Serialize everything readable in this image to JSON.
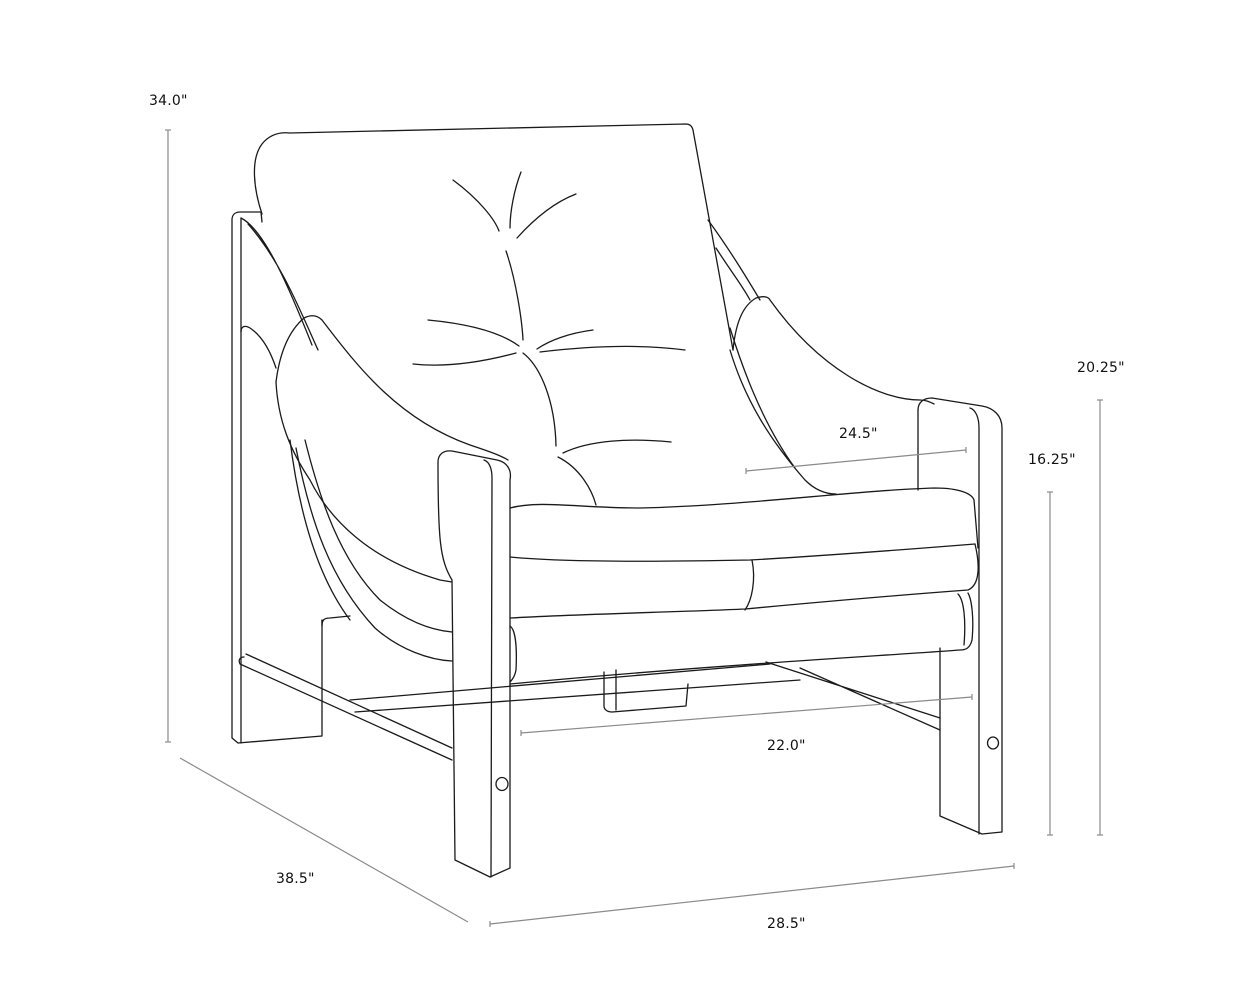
{
  "diagram": {
    "subject": "Lounge armchair line drawing with dimensions",
    "unit": "inches",
    "line_color": "#1a1a1a",
    "dimension_line_color": "#8a8a8a",
    "background": "#ffffff"
  },
  "dimensions": {
    "overall_height": {
      "label": "34.0\"",
      "value": 34.0
    },
    "arm_height": {
      "label": "20.25\"",
      "value": 20.25
    },
    "seat_height": {
      "label": "16.25\"",
      "value": 16.25
    },
    "seat_depth": {
      "label": "24.5\"",
      "value": 24.5
    },
    "seat_width": {
      "label": "22.0\"",
      "value": 22.0
    },
    "overall_depth": {
      "label": "38.5\"",
      "value": 38.5
    },
    "overall_width": {
      "label": "28.5\"",
      "value": 28.5
    }
  }
}
